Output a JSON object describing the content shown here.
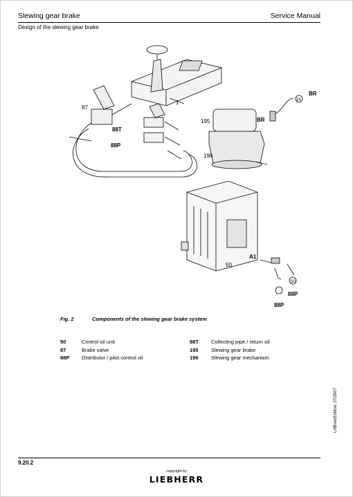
{
  "header": {
    "title": "Slewing gear brake",
    "manual": "Service Manual",
    "subtitle": "Design of the slewing gear brake"
  },
  "figure": {
    "callouts": [
      "87",
      "1",
      "BR",
      "35",
      "88T",
      "88P",
      "195",
      "BR",
      "196",
      "50",
      "A1",
      "50",
      "88P",
      "88P"
    ]
  },
  "caption": {
    "number": "Fig. 2",
    "text": "Components of the slewing gear brake system"
  },
  "legend_left": [
    {
      "code": "50",
      "desc": "Control oil unit"
    },
    {
      "code": "87",
      "desc": "Brake valve"
    },
    {
      "code": "88P",
      "desc": "Distributor / pilot control oil"
    }
  ],
  "legend_right": [
    {
      "code": "88T",
      "desc": "Collecting pipe / return oil"
    },
    {
      "code": "195",
      "desc": "Slewing gear brake"
    },
    {
      "code": "196",
      "desc": "Slewing gear mechanism"
    }
  ],
  "side_note": "LHB/en/Edition: 07/2007",
  "footer": {
    "page_number": "9.20.2",
    "copyright": "copyright by",
    "brand": "LIEBHERR"
  }
}
